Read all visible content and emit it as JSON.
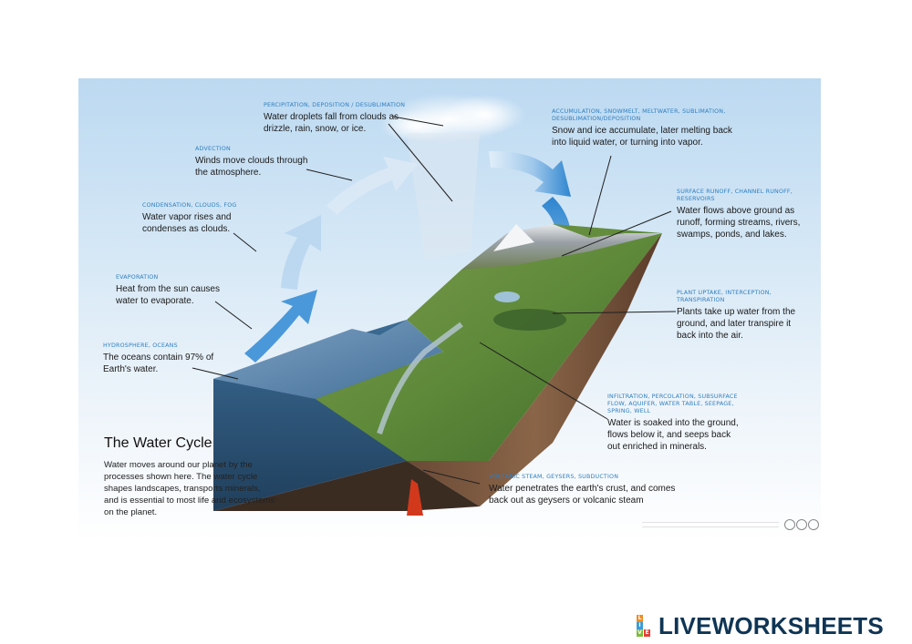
{
  "title": "The Water Cycle",
  "intro": "Water moves around our planet by the processes shown here. The water cycle shapes landscapes, transports minerals, and is essential to most life and ecosystems on the planet.",
  "labels": [
    {
      "caption": "PERCIPITATION, DEPOSITION / DESUBLIMATION",
      "text": "Water droplets fall from clouds as drizzle, rain, snow, or ice."
    },
    {
      "caption": "ACCUMULATION, SNOWMELT, MELTWATER, SUBLIMATION, DESUBLIMATION/DEPOSITION",
      "text": "Snow and ice accumulate, later melting back into liquid water, or turning into vapor."
    },
    {
      "caption": "ADVECTION",
      "text": "Winds move clouds through the atmosphere."
    },
    {
      "caption": "SURFACE RUNOFF, CHANNEL RUNOFF, RESERVOIRS",
      "text": "Water flows above ground as runoff, forming streams, rivers, swamps, ponds, and lakes."
    },
    {
      "caption": "CONDENSATION, CLOUDS, FOG",
      "text": "Water vapor rises and condenses as clouds."
    },
    {
      "caption": "EVAPORATION",
      "text": "Heat from the sun causes water to evaporate."
    },
    {
      "caption": "PLANT UPTAKE, INTERCEPTION, TRANSPIRATION",
      "text": "Plants take up water from the ground, and later transpire it back into the air."
    },
    {
      "caption": "HYDROSPHERE, OCEANS",
      "text": "The oceans contain 97% of Earth's water."
    },
    {
      "caption": "INFILTRATION, PERCOLATION, SUBSURFACE FLOW, AQUIFER, WATER TABLE, SEEPAGE, SPRING, WELL",
      "text": "Water is soaked into the ground, flows below it, and seeps back out enriched in minerals."
    },
    {
      "caption": "VOLCANIC STEAM, GEYSERS, SUBDUCTION",
      "text": "Water penetrates the earth's crust, and comes back out as geysers or volcanic steam"
    }
  ],
  "cc_icon": "creative-commons-icon",
  "watermark": {
    "text": "LIVEWORKSHEETS",
    "blocks": [
      "L",
      "I",
      "V",
      "E"
    ]
  },
  "colors": {
    "caption": "#2f7fc0",
    "arrow": "#3a8fd6",
    "ocean": "#4f7ea6",
    "brand": "#0f3554"
  }
}
